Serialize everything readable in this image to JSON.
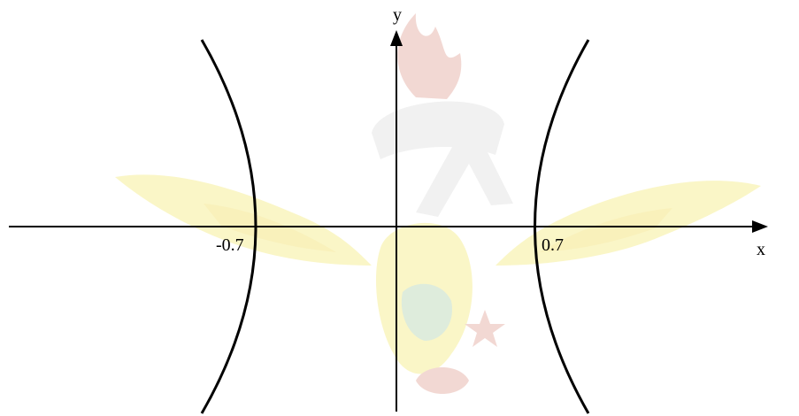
{
  "axes": {
    "x_label": "x",
    "y_label": "y"
  },
  "vertices": {
    "left_label": "-0.7",
    "right_label": "0.7"
  },
  "colors": {
    "curve": "#000000",
    "axis": "#000000",
    "watermark_red": "#e8b9b0",
    "watermark_yellow": "#f6ee9a",
    "watermark_green": "#c4dcc0",
    "watermark_gray": "#e6e6e6"
  },
  "watermark": {
    "description_icon": "university-crest-watermark"
  }
}
